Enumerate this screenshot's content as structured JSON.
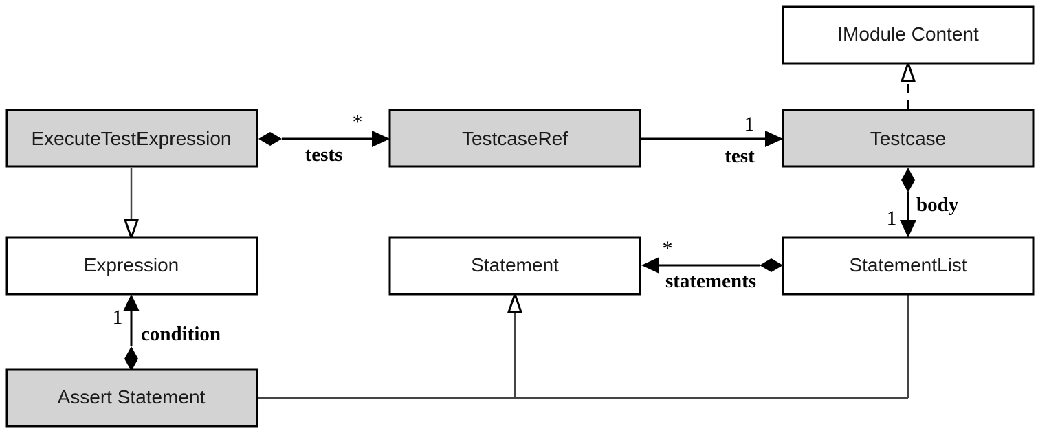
{
  "colors": {
    "abstract_fill": "#ffffff",
    "concrete_fill": "#d3d3d3",
    "stroke": "#000000"
  },
  "classes": {
    "imodule_content": {
      "label": "IModule Content",
      "fill": "#ffffff"
    },
    "execute_test_expression": {
      "label": "ExecuteTestExpression",
      "fill": "#d3d3d3"
    },
    "testcase_ref": {
      "label": "TestcaseRef",
      "fill": "#d3d3d3"
    },
    "testcase": {
      "label": "Testcase",
      "fill": "#d3d3d3"
    },
    "expression": {
      "label": "Expression",
      "fill": "#ffffff"
    },
    "statement": {
      "label": "Statement",
      "fill": "#ffffff"
    },
    "statement_list": {
      "label": "StatementList",
      "fill": "#ffffff"
    },
    "assert_statement": {
      "label": "Assert Statement",
      "fill": "#d3d3d3"
    }
  },
  "associations": {
    "tests": {
      "role": "tests",
      "multiplicity": "*"
    },
    "test": {
      "role": "test",
      "multiplicity": "1"
    },
    "body": {
      "role": "body",
      "multiplicity": "1"
    },
    "statements": {
      "role": "statements",
      "multiplicity": "*"
    },
    "condition": {
      "role": "condition",
      "multiplicity": "1"
    }
  }
}
